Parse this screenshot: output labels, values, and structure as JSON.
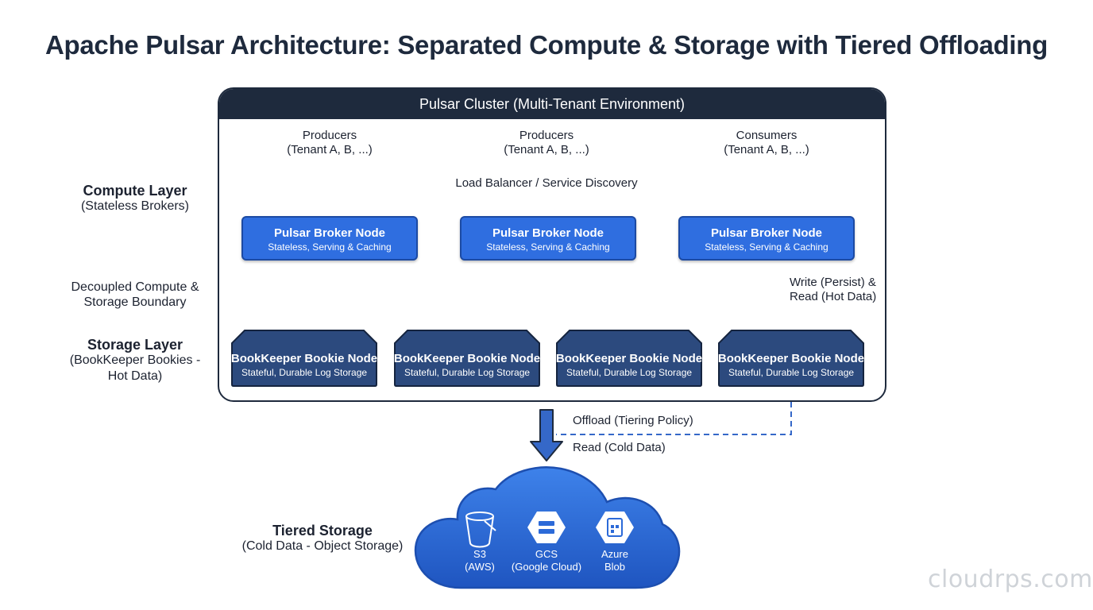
{
  "title": "Apache Pulsar Architecture: Separated Compute & Storage with Tiered Offloading",
  "side_labels": {
    "compute": {
      "heading": "Compute Layer",
      "sub": "(Stateless Brokers)"
    },
    "boundary": {
      "line1": "Decoupled Compute &",
      "line2": "Storage Boundary"
    },
    "storage": {
      "heading": "Storage Layer",
      "sub1": "(BookKeeper Bookies -",
      "sub2": "Hot Data)"
    },
    "tiered": {
      "heading": "Tiered Storage",
      "sub": "(Cold Data - Object Storage)"
    }
  },
  "cluster": {
    "header": "Pulsar Cluster (Multi-Tenant Environment)"
  },
  "clients": [
    {
      "role": "Producers",
      "tenants": "(Tenant A, B, ...)"
    },
    {
      "role": "Producers",
      "tenants": "(Tenant A, B, ...)"
    },
    {
      "role": "Consumers",
      "tenants": "(Tenant A, B, ...)"
    }
  ],
  "load_balancer": "Load Balancer / Service Discovery",
  "brokers": [
    {
      "name": "Pulsar Broker Node",
      "desc": "Stateless, Serving & Caching"
    },
    {
      "name": "Pulsar Broker Node",
      "desc": "Stateless, Serving & Caching"
    },
    {
      "name": "Pulsar Broker Node",
      "desc": "Stateless, Serving & Caching"
    }
  ],
  "bookies": [
    {
      "name": "BookKeeper Bookie Node",
      "desc": "Stateful, Durable Log Storage"
    },
    {
      "name": "BookKeeper Bookie Node",
      "desc": "Stateful, Durable Log Storage"
    },
    {
      "name": "BookKeeper Bookie Node",
      "desc": "Stateful, Durable Log Storage"
    },
    {
      "name": "BookKeeper Bookie Node",
      "desc": "Stateful, Durable Log Storage"
    }
  ],
  "flows": {
    "write_read_line1": "Write (Persist) &",
    "write_read_line2": "Read (Hot Data)",
    "offload": "Offload (Tiering Policy)",
    "read_cold": "Read (Cold Data)"
  },
  "cloud_providers": [
    {
      "name": "S3",
      "sub": "(AWS)",
      "icon": "bucket-icon"
    },
    {
      "name": "GCS",
      "sub": "(Google Cloud)",
      "icon": "storage-hexagon-icon"
    },
    {
      "name": "Azure",
      "sub": "Blob",
      "icon": "blob-file-icon"
    }
  ],
  "watermark": "cloudrps.com",
  "colors": {
    "navy": "#1e2a3d",
    "broker_blue": "#2f6ee0",
    "arrow_blue": "#3568c8",
    "bookie_navy": "#2c4a7e",
    "cloud_blue": "#2c6ad8"
  }
}
